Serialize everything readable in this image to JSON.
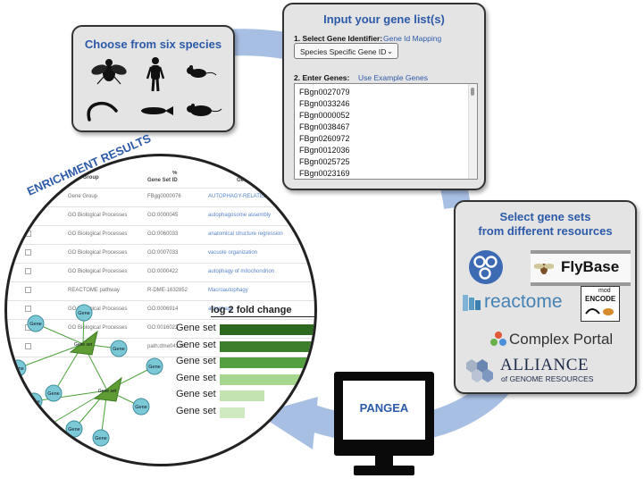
{
  "species": {
    "title": "Choose from six species",
    "icons": [
      "fly-icon",
      "human-icon",
      "mouse-icon",
      "worm-icon",
      "fish-icon",
      "rat-icon"
    ]
  },
  "input": {
    "title": "Input your gene list(s)",
    "step1_label": "1. Select Gene Identifier:",
    "step1_link": "Gene Id Mapping",
    "select_value": "Species Specific Gene ID",
    "step2_label": "2. Enter Genes:",
    "step2_link": "Use Example Genes",
    "genes": [
      "FBgn0027079",
      "FBgn0033246",
      "FBgn0000052",
      "FBgn0038467",
      "FBgn0260972",
      "FBgn0012036",
      "FBgn0025725",
      "FBgn0023169"
    ]
  },
  "gene_sets": {
    "title_line1": "Select gene sets",
    "title_line2": "from different resources",
    "resources": {
      "flybase": "FlyBase",
      "reactome": "reactome",
      "modencode_top": "mod",
      "modencode_bottom": "ENCODE",
      "complex_portal": "Complex Portal",
      "alliance_main": "ALLIANCE",
      "alliance_sub": "of GENOME RESOURCES"
    }
  },
  "results": {
    "title": "ENRICHMENT RESULTS",
    "header": {
      "group": "Gene Group",
      "pct": "%",
      "id": "Gene Set ID",
      "name": "Gene Set Name"
    },
    "rows": [
      {
        "group": "Gene Group",
        "id": "FBgg0000076",
        "name": "AUTOPHAGY-RELATED GENES"
      },
      {
        "group": "GO Biological Processes",
        "id": "GO:0000045",
        "name": "autophagosome assembly"
      },
      {
        "group": "GO Biological Processes",
        "id": "GO:0060033",
        "name": "anatomical structure regression"
      },
      {
        "group": "GO Biological Processes",
        "id": "GO:0007033",
        "name": "vacuole organization"
      },
      {
        "group": "GO Biological Processes",
        "id": "GO:0000422",
        "name": "autophagy of mitochondrion"
      },
      {
        "group": "REACTOME pathway",
        "id": "R-DME-1632852",
        "name": "Macroautophagy"
      },
      {
        "group": "GO Biological Processes",
        "id": "GO:0006914",
        "name": "autophagy"
      },
      {
        "group": "GO Biological Processes",
        "id": "GO:0016023",
        "name": ""
      },
      {
        "group": "",
        "id": "path:dme04136",
        "name": ""
      }
    ],
    "network": {
      "hub_label": "Gene set",
      "node_label": "Gene"
    },
    "chart": {
      "title": "log 2 fold change",
      "bars": [
        {
          "label": "Gene set",
          "value": 1.0,
          "color": "#2d6a1f"
        },
        {
          "label": "Gene set",
          "value": 0.82,
          "color": "#3c7e2b"
        },
        {
          "label": "Gene set",
          "value": 0.7,
          "color": "#54a040"
        },
        {
          "label": "Gene set",
          "value": 0.55,
          "color": "#a7d68f"
        },
        {
          "label": "Gene set",
          "value": 0.3,
          "color": "#c3e3b0"
        },
        {
          "label": "Gene set",
          "value": 0.17,
          "color": "#cfe9c0"
        }
      ]
    }
  },
  "pangea": {
    "label": "PANGEA"
  },
  "colors": {
    "accent": "#2c5aa8",
    "arrow": "#a8bfe4",
    "node": "#7bc8d6",
    "hub": "#5f9c33"
  }
}
